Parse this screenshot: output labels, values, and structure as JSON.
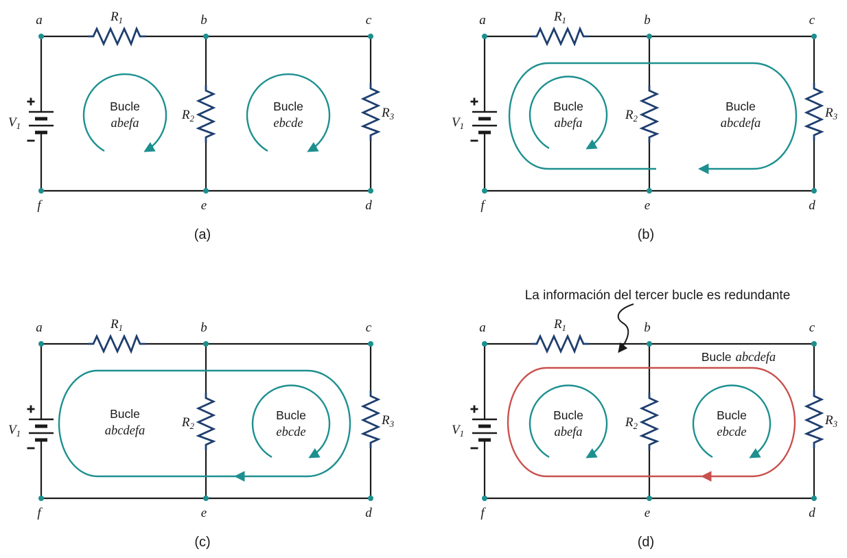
{
  "colors": {
    "wire": "#1a1a1a",
    "resistor": "#1e3e6e",
    "loop_arrow": "#1d8f8f",
    "node_dot": "#1d8f8f",
    "redundant_loop": "#c9504c",
    "text": "#1a1a1a",
    "background": "#ffffff"
  },
  "shared": {
    "nodes": {
      "a": "a",
      "b": "b",
      "c": "c",
      "d": "d",
      "e": "e",
      "f": "f"
    },
    "labels": {
      "v": "V",
      "v_sub": "1",
      "r": "R",
      "r1_sub": "1",
      "r2_sub": "2",
      "r3_sub": "3",
      "loop_word": "Bucle"
    }
  },
  "panels": {
    "a": {
      "caption": "(a)",
      "left_loop": "abefa",
      "right_loop": "ebcde"
    },
    "b": {
      "caption": "(b)",
      "left_loop": "abefa",
      "big_loop": "abcdefa"
    },
    "c": {
      "caption": "(c)",
      "big_loop": "abcdefa",
      "right_loop": "ebcde"
    },
    "d": {
      "caption": "(d)",
      "left_loop": "abefa",
      "right_loop": "ebcde",
      "big_loop": "abcdefa",
      "annotation": "La información del tercer bucle es redundante"
    }
  }
}
